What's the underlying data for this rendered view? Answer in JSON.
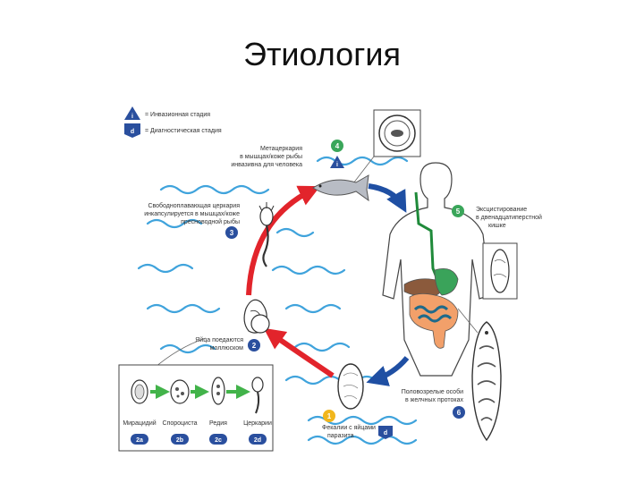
{
  "title": "Этиология",
  "legend": {
    "infective_text": "= Инвазионная стадия",
    "infective_symbol": "i",
    "diagnostic_text": "= Диагностическая стадия",
    "diagnostic_symbol": "d"
  },
  "steps": {
    "s1": {
      "number": "1",
      "label_line1": "Фекалии с яйцами",
      "label_line2": "паразита"
    },
    "s2": {
      "number": "2",
      "label_line1": "Яйца поедаются",
      "label_line2": "моллюском"
    },
    "s2a": {
      "number": "2a",
      "label": "Мирацидий"
    },
    "s2b": {
      "number": "2b",
      "label": "Спороциста"
    },
    "s2c": {
      "number": "2c",
      "label": "Редия"
    },
    "s2d": {
      "number": "2d",
      "label": "Церкарии"
    },
    "s3": {
      "number": "3",
      "label_line1": "Свободноплавающая церкария",
      "label_line2": "инкапсулируется в мышцах/коже",
      "label_line3": "пресноводной рыбы"
    },
    "s4": {
      "number": "4",
      "label_line1": "Метацеркария",
      "label_line2": "в мышцах/коже рыбы",
      "label_line3": "инвазивна для человека"
    },
    "s5": {
      "number": "5",
      "label_line1": "Эксцистирование",
      "label_line2": "в двенадцатиперстной",
      "label_line3": "кишке"
    },
    "s6": {
      "number": "6",
      "label_line1": "Половозрелые особи",
      "label_line2": "в желчных протоках"
    }
  },
  "colors": {
    "water": "#3fa3dc",
    "arrow_red": "#e2242b",
    "arrow_blue": "#1f4fa3",
    "badge_blue": "#2a4f9e",
    "badge_yellow": "#f1b61c",
    "badge_green": "#3aa65a",
    "arrow_green": "#42b34a",
    "liver": "#8b5a3c",
    "stomach": "#3aa35a",
    "intestine": "#f2a06a",
    "bile": "#1f8a3a"
  }
}
